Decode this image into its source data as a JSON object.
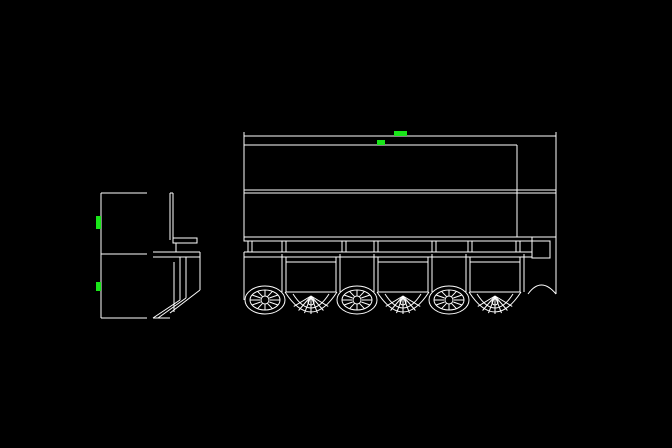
{
  "drawing": {
    "background_color": "#000000",
    "line_color": "#ffffff",
    "dimension_marker_color": "#19e619",
    "side_view": {
      "name": "side-elevation"
    },
    "front_view": {
      "name": "front-elevation",
      "carved_rosettes": 3,
      "carved_shell_aprons": 3
    }
  }
}
